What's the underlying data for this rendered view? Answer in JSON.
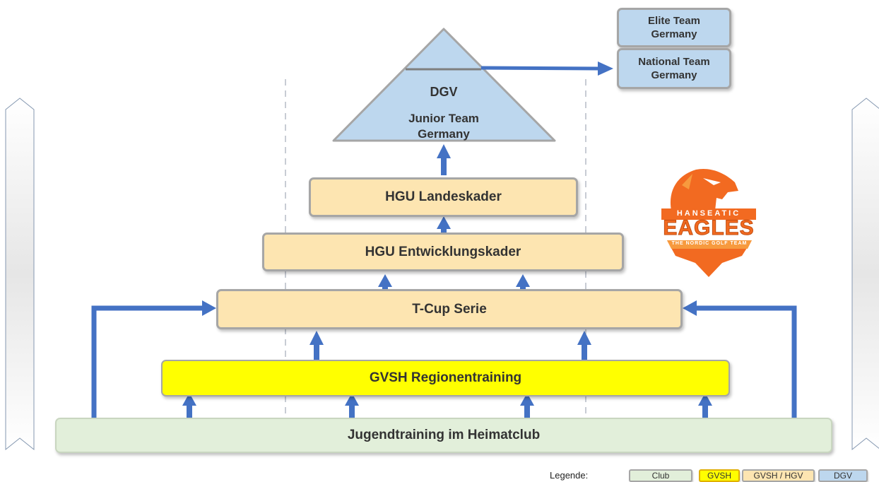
{
  "pyramid_top": {
    "org": "DGV",
    "team_line1": "Junior Team",
    "team_line2": "Germany"
  },
  "elite_team": {
    "line1": "Elite Team",
    "line2": "Germany"
  },
  "national_team": {
    "line1": "National Team",
    "line2": "Germany"
  },
  "levels": {
    "landeskader": "HGU Landeskader",
    "entwicklungskader": "HGU Entwicklungskader",
    "tcup": "T-Cup Serie",
    "regionentraining": "GVSH Regionentraining",
    "heimatclub": "Jugendtraining im Heimatclub"
  },
  "logo": {
    "top": "HANSEATIC",
    "main": "EAGLES",
    "sub": "THE NORDIC GOLF TEAM"
  },
  "legend": {
    "label": "Legende:",
    "items": [
      "Club",
      "GVSH",
      "GVSH / HGV",
      "DGV"
    ]
  },
  "colors": {
    "arrow": "#4472c4",
    "orange_fill": "#fde5b1",
    "yellow_fill": "#ffff00",
    "green_fill": "#e2efda",
    "blue_fill": "#bdd7ee",
    "logo_orange": "#f26a21"
  }
}
